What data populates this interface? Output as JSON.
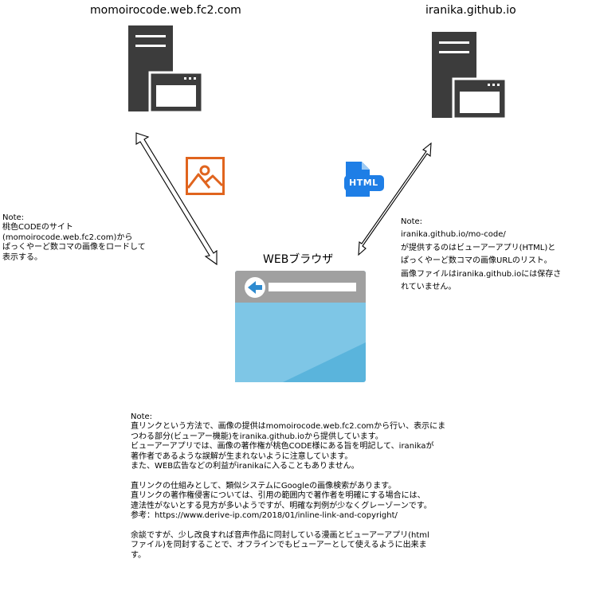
{
  "servers": [
    {
      "label": "momoirocode.web.fc2.com",
      "icon": "server-with-window-icon"
    },
    {
      "label": "iranika.github.io",
      "icon": "server-with-window-icon"
    }
  ],
  "browser": {
    "title": "WEBブラウザ",
    "icon": "web-browser-icon"
  },
  "icons": {
    "image": "image-file-icon",
    "html": "html-file-icon",
    "html_text": "HTML"
  },
  "colors": {
    "server": "#3c3c3c",
    "image_icon": "#e0641e",
    "html_icon": "#1e7ee6",
    "browser_top": "#a0a0a0",
    "browser_body": "#5ab4dc",
    "browser_back": "#2e8bd0"
  },
  "notes": {
    "left": "Note:\n桃色CODEのサイト\n(momoirocode.web.fc2.com)から\nぱっくやーど数コマの画像をロードして\n表示する。",
    "right": "Note:\niranika.github.io/mo-code/\nが提供するのはビューアーアプリ(HTML)と\nぱっくやーど数コマの画像URLのリスト。\n画像ファイルはiranika.github.ioには保存さ\nれていません。",
    "bottom": "Note:\n直リンクという方法で、画像の提供はmomoirocode.web.fc2.comから行い、表示にま\nつわる部分(ビューアー機能)をiranika.github.ioから提供しています。\nビューアーアプリでは、画像の著作権が桃色CODE様にある旨を明記して、iranikaが\n著作者であるような誤解が生まれないように注意しています。\nまた、WEB広告などの利益がiranikaに入ることもありません。\n\n直リンクの仕組みとして、類似システムにGoogleの画像検索があります。\n直リンクの著作権侵害については、引用の範囲内で著作者を明確にする場合には、\n違法性がないとする見方が多いようですが、明確な判例が少なくグレーゾーンです。\n参考：https://www.derive-ip.com/2018/01/inline-link-and-copyright/\n\n余談ですが、少し改良すれば音声作品に同封している漫画とビューアーアプリ(html\nファイル)を同封することで、オフラインでもビューアーとして使えるように出来ま\nす。"
  }
}
